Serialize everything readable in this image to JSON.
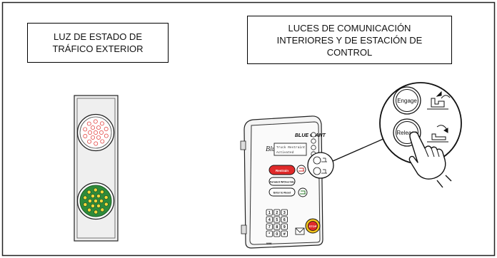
{
  "labels": {
    "exterior": [
      "LUZ DE ESTADO DE",
      "TRÁFICO EXTERIOR"
    ],
    "interior": [
      "LUCES DE COMUNICACIÓN",
      "INTERIORES Y DE ESTACIÓN DE",
      "CONTROL"
    ]
  },
  "control_panel": {
    "brand_script": "Blue Giant",
    "brand_logo": "BLUE GIANT",
    "display_lines": [
      "Truck Restraint",
      "Activated"
    ],
    "buttons": {
      "red": "Restrain",
      "white1": "Forward W/Override",
      "white2": "Enter to Reset",
      "stop": "STOP"
    },
    "keypad": [
      "1",
      "2",
      "3",
      "4",
      "5",
      "6",
      "7",
      "8",
      "9",
      "*",
      "0",
      "#"
    ],
    "footer": "WW"
  },
  "zoom_buttons": {
    "engage": "Engage",
    "release": "Release"
  },
  "colors": {
    "red_led": "#e0322f",
    "green_light": "#2e8b3a",
    "restrain_red": "#e02a2a",
    "stop_yellow": "#f2c21b",
    "outline": "#111111"
  },
  "icons": [
    "traffic-light",
    "hand-pointer-icon",
    "lock-engage-icon",
    "lock-release-icon"
  ]
}
